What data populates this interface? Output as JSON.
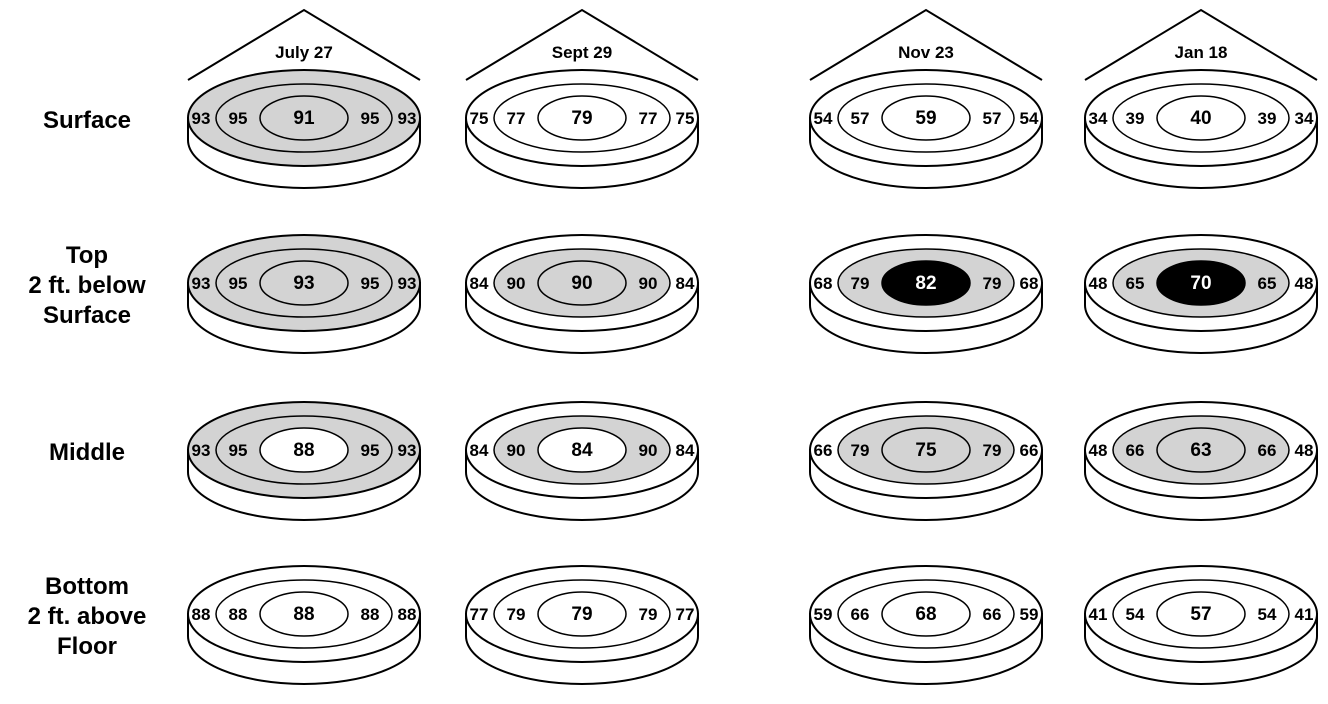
{
  "columns": [
    {
      "date": "July 27"
    },
    {
      "date": "Sept 29"
    },
    {
      "date": "Nov 23"
    },
    {
      "date": "Jan 18"
    }
  ],
  "rows": [
    {
      "label_lines": [
        "Surface"
      ]
    },
    {
      "label_lines": [
        "Top",
        "2 ft. below",
        "Surface"
      ]
    },
    {
      "label_lines": [
        "Middle"
      ]
    },
    {
      "label_lines": [
        "Bottom",
        "2 ft. above",
        "Floor"
      ]
    }
  ],
  "fills": {
    "white": "#ffffff",
    "gray": "#d3d3d3",
    "black": "#000000"
  },
  "cells": [
    [
      {
        "outer": "93",
        "mid": "95",
        "center": "91",
        "fill_outer": "gray",
        "fill_mid": "gray",
        "fill_center": "gray"
      },
      {
        "outer": "75",
        "mid": "77",
        "center": "79",
        "fill_outer": "white",
        "fill_mid": "white",
        "fill_center": "white"
      },
      {
        "outer": "54",
        "mid": "57",
        "center": "59",
        "fill_outer": "white",
        "fill_mid": "white",
        "fill_center": "white"
      },
      {
        "outer": "34",
        "mid": "39",
        "center": "40",
        "fill_outer": "white",
        "fill_mid": "white",
        "fill_center": "white"
      }
    ],
    [
      {
        "outer": "93",
        "mid": "95",
        "center": "93",
        "fill_outer": "gray",
        "fill_mid": "gray",
        "fill_center": "gray"
      },
      {
        "outer": "84",
        "mid": "90",
        "center": "90",
        "fill_outer": "white",
        "fill_mid": "gray",
        "fill_center": "gray"
      },
      {
        "outer": "68",
        "mid": "79",
        "center": "82",
        "fill_outer": "white",
        "fill_mid": "gray",
        "fill_center": "black"
      },
      {
        "outer": "48",
        "mid": "65",
        "center": "70",
        "fill_outer": "white",
        "fill_mid": "gray",
        "fill_center": "black"
      }
    ],
    [
      {
        "outer": "93",
        "mid": "95",
        "center": "88",
        "fill_outer": "gray",
        "fill_mid": "gray",
        "fill_center": "white"
      },
      {
        "outer": "84",
        "mid": "90",
        "center": "84",
        "fill_outer": "white",
        "fill_mid": "gray",
        "fill_center": "white"
      },
      {
        "outer": "66",
        "mid": "79",
        "center": "75",
        "fill_outer": "white",
        "fill_mid": "gray",
        "fill_center": "gray"
      },
      {
        "outer": "48",
        "mid": "66",
        "center": "63",
        "fill_outer": "white",
        "fill_mid": "gray",
        "fill_center": "gray"
      }
    ],
    [
      {
        "outer": "88",
        "mid": "88",
        "center": "88",
        "fill_outer": "white",
        "fill_mid": "white",
        "fill_center": "white"
      },
      {
        "outer": "77",
        "mid": "79",
        "center": "79",
        "fill_outer": "white",
        "fill_mid": "white",
        "fill_center": "white"
      },
      {
        "outer": "59",
        "mid": "66",
        "center": "68",
        "fill_outer": "white",
        "fill_mid": "white",
        "fill_center": "white"
      },
      {
        "outer": "41",
        "mid": "54",
        "center": "57",
        "fill_outer": "white",
        "fill_mid": "white",
        "fill_center": "white"
      }
    ]
  ]
}
